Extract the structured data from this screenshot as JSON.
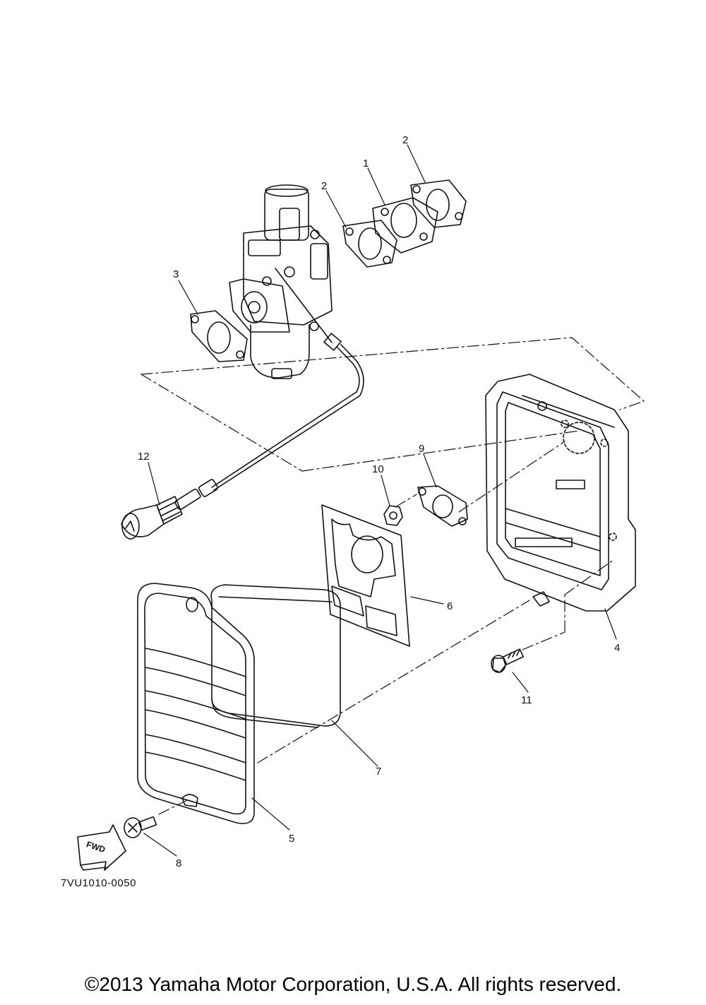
{
  "diagram": {
    "callouts": [
      "1",
      "2",
      "2",
      "3",
      "4",
      "5",
      "6",
      "7",
      "8",
      "9",
      "10",
      "11",
      "12"
    ],
    "direction_label": "FWD",
    "drawing_code": "7VU1010-0050"
  },
  "footer": {
    "copyright": "©2013 Yamaha Motor Corporation, U.S.A. All rights reserved."
  }
}
